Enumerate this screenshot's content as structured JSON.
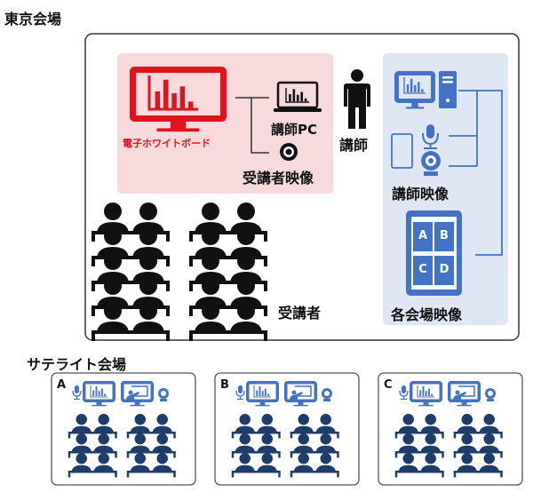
{
  "tokyo": {
    "title": "東京会場",
    "whiteboard_label": "電子ホワイトボード",
    "teacher_pc_label": "講師PC",
    "student_video_label": "受講者映像",
    "teacher_label": "講師",
    "teacher_video_label": "講師映像",
    "venue_video_label": "各会場映像",
    "venue_cells": [
      "A",
      "B",
      "C",
      "D"
    ],
    "students_label": "受講者"
  },
  "satellite": {
    "title": "サテライト会場",
    "venues": [
      {
        "label": "A"
      },
      {
        "label": "B"
      },
      {
        "label": "C"
      }
    ]
  },
  "colors": {
    "red": "#e0141e",
    "pink": "#f8dadd",
    "blue": "#4472c4",
    "lightblue": "#dfe7f4",
    "navy": "#1f3d6b"
  }
}
